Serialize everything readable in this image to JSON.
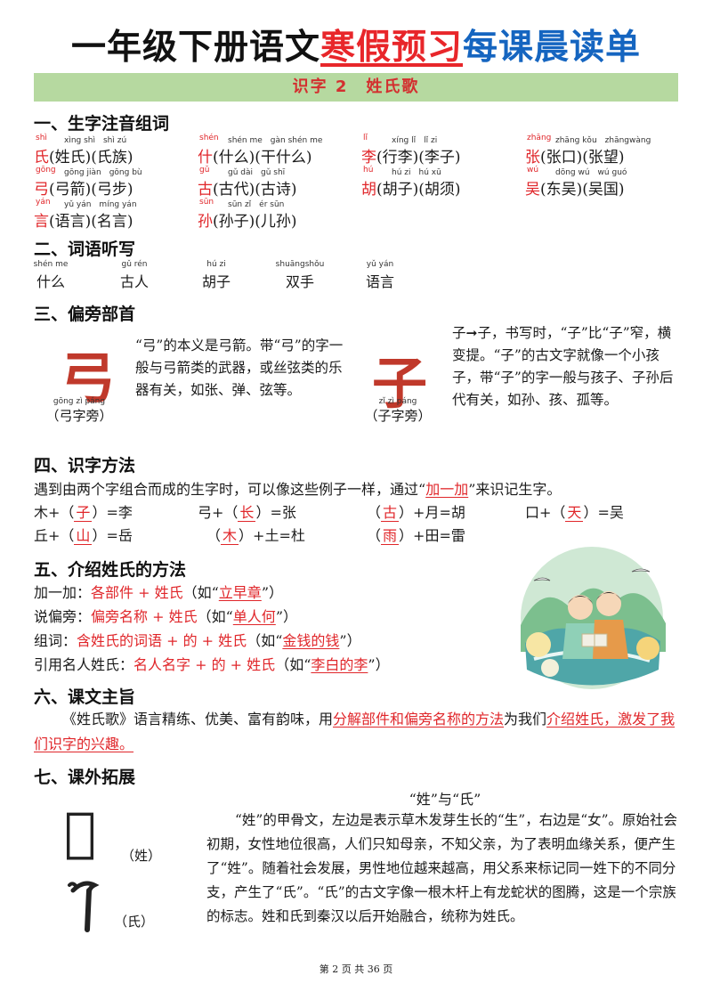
{
  "title": {
    "part1": "一年级下册语文",
    "part2": "寒假预习",
    "part3": "每课晨读单"
  },
  "lesson": "识字 2　姓氏歌",
  "sections": {
    "s1": "一、生字注音组词",
    "s2": "二、词语听写",
    "s3": "三、偏旁部首",
    "s4": "四、识字方法",
    "s5": "五、介绍姓氏的方法",
    "s6": "六、课文主旨",
    "s7": "七、课外拓展"
  },
  "chars": [
    {
      "py": "shì",
      "py2": "xìng shì　shì zú",
      "ch": "氏",
      "rest": "(姓氏)(氏族)"
    },
    {
      "py": "shén",
      "py2": "shén me　gàn shén me",
      "ch": "什",
      "rest": "(什么)(干什么)"
    },
    {
      "py": "lǐ",
      "py2": "xíng lǐ　lǐ zi",
      "ch": "李",
      "rest": "(行李)(李子)"
    },
    {
      "py": "zhāng",
      "py2": "zhāng kǒu　zhāngwàng",
      "ch": "张",
      "rest": "(张口)(张望)"
    },
    {
      "py": "gōng",
      "py2": "gōng jiàn　gōng bù",
      "ch": "弓",
      "rest": "(弓箭)(弓步)"
    },
    {
      "py": "gǔ",
      "py2": "gǔ dài　gǔ shī",
      "ch": "古",
      "rest": "(古代)(古诗)"
    },
    {
      "py": "hú",
      "py2": "hú zi　hú xū",
      "ch": "胡",
      "rest": "(胡子)(胡须)"
    },
    {
      "py": "wú",
      "py2": "dōng wú　wú guó",
      "ch": "吴",
      "rest": "(东吴)(吴国)"
    },
    {
      "py": "yán",
      "py2": "yǔ yán　míng yán",
      "ch": "言",
      "rest": "(语言)(名言)"
    },
    {
      "py": "sūn",
      "py2": "sūn zǐ　ér sūn",
      "ch": "孙",
      "rest": "(孙子)(儿孙)"
    }
  ],
  "dictation": [
    {
      "py": "shén me",
      "word": "什么"
    },
    {
      "py": "gǔ rén",
      "word": "古人"
    },
    {
      "py": "hú zi",
      "word": "胡子"
    },
    {
      "py": "shuāngshǒu",
      "word": "双手"
    },
    {
      "py": "yǔ yán",
      "word": "语言"
    }
  ],
  "radicals": {
    "r1": {
      "glyph": "弓",
      "py": "gōng zì páng",
      "label": "（弓字旁）",
      "text": "“弓”的本义是弓箭。带“弓”的字一般与弓箭类的武器，或丝弦类的乐器有关，如张、弹、弦等。"
    },
    "r2": {
      "glyph": "子",
      "py": "zǐ zì páng",
      "label": "（子字旁）",
      "text": "子➞子，书写时，“子”比“子”窄，横变提。“子”的古文字就像一个小孩子，带“子”的字一般与孩子、子孙后代有关，如孙、孩、孤等。"
    }
  },
  "method": {
    "intro_a": "遇到由两个字组合而成的生字时，可以像这些例子一样，通过“",
    "intro_key": "加一加",
    "intro_b": "”来识记生字。",
    "items": [
      {
        "pre": "木+（",
        "ans": "子",
        "post": "）=李"
      },
      {
        "pre": "弓+（",
        "ans": "长",
        "post": "）=张"
      },
      {
        "pre": "（",
        "ans": "古",
        "post": "）+月=胡"
      },
      {
        "pre": "口+（",
        "ans": "天",
        "post": "）=吴"
      },
      {
        "pre": "丘+（",
        "ans": "山",
        "post": "）=岳"
      },
      {
        "pre": "（",
        "ans": "木",
        "post": "）+土=杜"
      },
      {
        "pre": "（",
        "ans": "雨",
        "post": "）+田=雷"
      }
    ]
  },
  "intro_methods": [
    {
      "label": "加一加：",
      "formula": "各部件 + 姓氏",
      "pre": "（如“",
      "example": "立早章",
      "post": "”）"
    },
    {
      "label": "说偏旁：",
      "formula": "偏旁名称 + 姓氏",
      "pre": "（如“",
      "example": "单人何",
      "post": "”）"
    },
    {
      "label": "组词：",
      "formula": "含姓氏的词语 + 的 + 姓氏",
      "pre": "（如“",
      "example": "金钱的钱",
      "post": "”）"
    },
    {
      "label": "引用名人姓氏：",
      "formula": "名人名字 + 的 + 姓氏",
      "pre": "（如“",
      "example": "李白的李",
      "post": "”）"
    }
  ],
  "theme": {
    "a": "《姓氏歌》语言精练、优美、富有韵味，用",
    "b": "分解部件和偏旁名称的方法",
    "c": "为我们",
    "d": "介绍",
    "e": "姓氏，激发了我们识字的兴趣。"
  },
  "extension": {
    "heading": "“姓”与“氏”",
    "label1": "（姓）",
    "label2": "（氏）",
    "text": "“姓”的甲骨文，左边是表示草木发芽生长的“生”，右边是“女”。原始社会初期，女性地位很高，人们只知母亲，不知父亲，为了表明血缘关系，便产生了“姓”。随着社会发展，男性地位越来越高，用父系来标记同一姓下的不同分支，产生了“氏”。“氏”的古文字像一根木杆上有龙蛇状的图腾，这是一个宗族的标志。姓和氏到秦汉以后开始融合，统称为姓氏。"
  },
  "footer": "第 2 页 共 36 页",
  "colors": {
    "red": "#e0262a",
    "blue": "#1565c0",
    "green_bar": "#b6d9a0"
  }
}
